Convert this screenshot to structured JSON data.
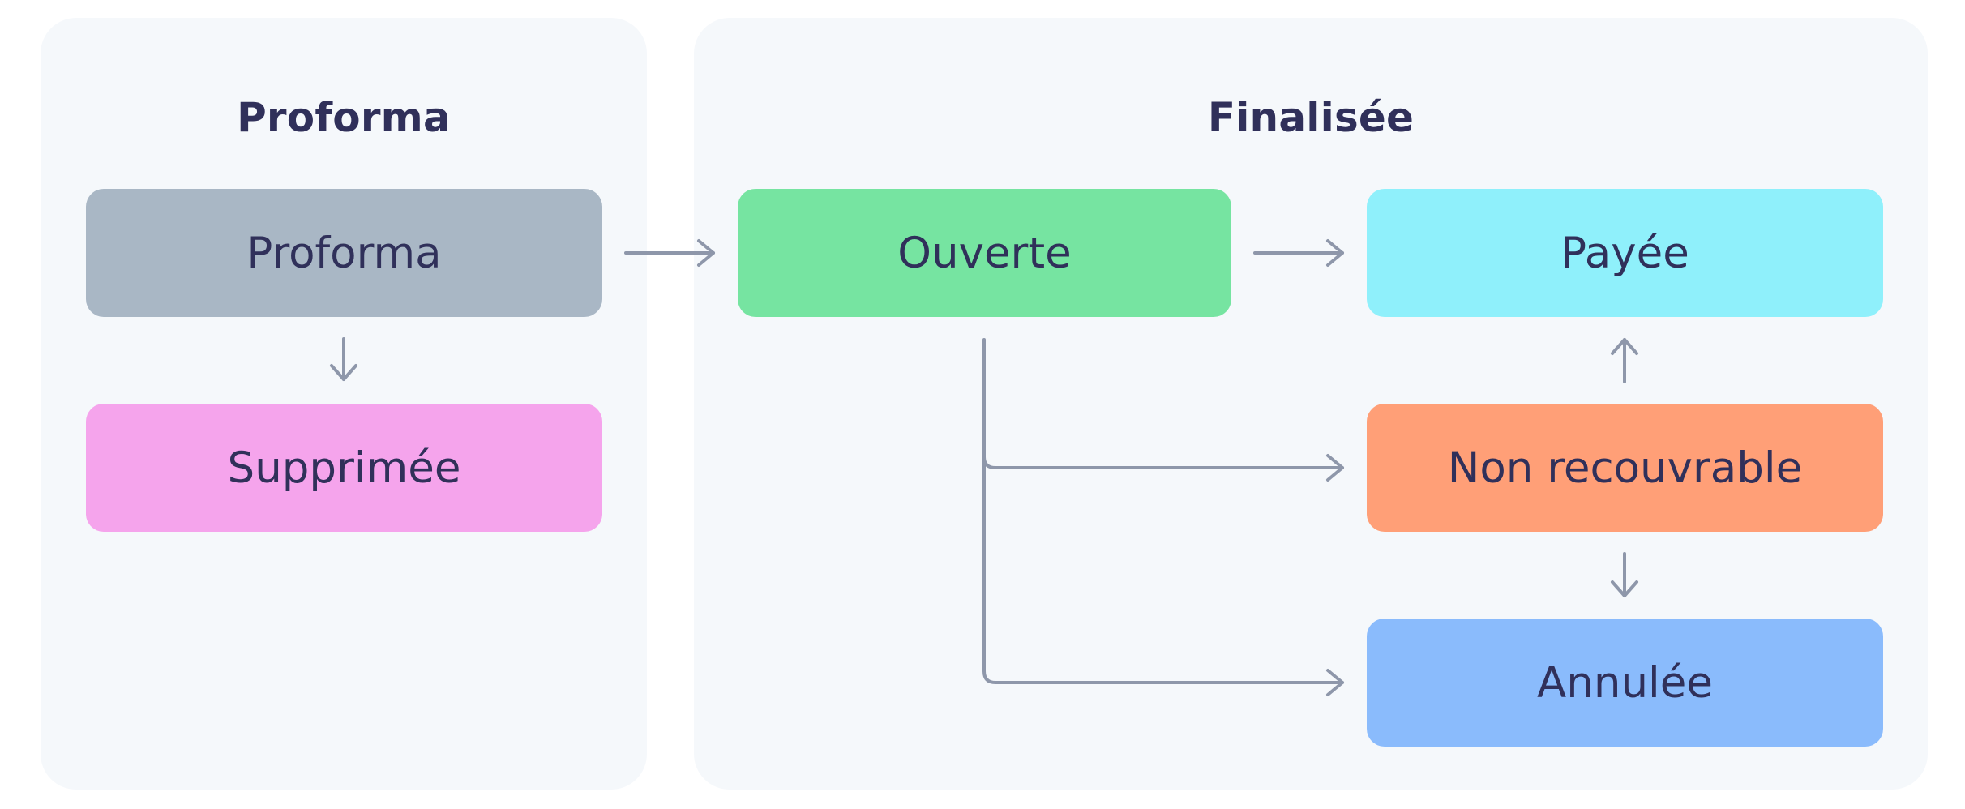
{
  "panels": {
    "proforma": {
      "title": "Proforma"
    },
    "finalized": {
      "title": "Finalisée"
    }
  },
  "nodes": {
    "proforma": {
      "label": "Proforma",
      "color": "#a9b7c5"
    },
    "deleted": {
      "label": "Supprimée",
      "color": "#f5a4ec"
    },
    "open": {
      "label": "Ouverte",
      "color": "#76e4a1"
    },
    "paid": {
      "label": "Payée",
      "color": "#8ff0fb"
    },
    "uncollectible": {
      "label": "Non recouvrable",
      "color": "#ff9f77"
    },
    "void": {
      "label": "Annulée",
      "color": "#8abbfc"
    }
  },
  "colors": {
    "panel_background": "#f5f8fb",
    "text": "#30305a",
    "connector": "#8e97aa"
  }
}
